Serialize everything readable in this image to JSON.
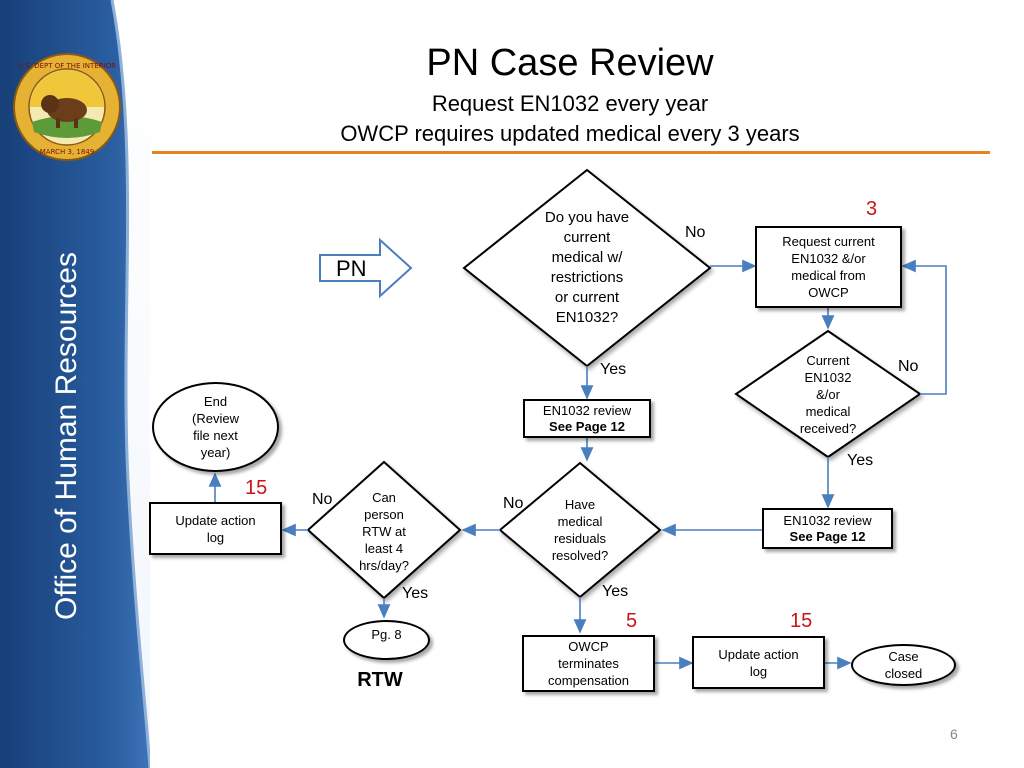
{
  "header": {
    "title": "PN Case Review",
    "subtitle_1": "Request EN1032 every year",
    "subtitle_2": "OWCP requires updated medical every 3 years"
  },
  "sidebar": {
    "text": "Office of Human Resources",
    "seal_text": "U.S. DEPARTMENT OF THE INTERIOR · MARCH 3, 1849"
  },
  "flow": {
    "pn_label": "PN",
    "decision_current": "Do you have\ncurrent\nmedical w/\nrestrictions\nor current\nEN1032?",
    "request_box": "Request current\nEN1032 &/or\nmedical from\nOWCP",
    "decision_received": "Current\nEN1032\n&/or\nmedical\nreceived?",
    "review_left": "EN1032 review",
    "review_left_bold": "See Page 12",
    "review_right": "EN1032 review",
    "review_right_bold": "See Page 12",
    "decision_residuals": "Have\nmedical\nresiduals\nresolved?",
    "decision_rtw": "Can\nperson\nRTW at\nleast 4\nhrs/day?",
    "update_log_left": "Update action\nlog",
    "end_node": "End\n(Review\nfile next\nyear)",
    "pg8": "Pg. 8",
    "rtw": "RTW",
    "owcp_terminates": "OWCP\nterminates\ncompensation",
    "update_log_bottom": "Update action\nlog",
    "case_closed": "Case\nclosed",
    "labels": {
      "no_top": "No",
      "yes_top": "Yes",
      "no_received": "No",
      "yes_received": "Yes",
      "no_residuals": "No",
      "yes_residuals": "Yes",
      "no_rtw": "No",
      "yes_rtw": "Yes"
    },
    "numbers": {
      "n3": "3",
      "n15_left": "15",
      "n5": "5",
      "n15_bottom": "15"
    }
  },
  "footer": {
    "page_number": "6"
  },
  "colors": {
    "accent_rule": "#e8821e",
    "sidebar_blue": "#1f4f8e",
    "arrow_blue": "#4a7fbf",
    "number_red": "#cc1414"
  }
}
